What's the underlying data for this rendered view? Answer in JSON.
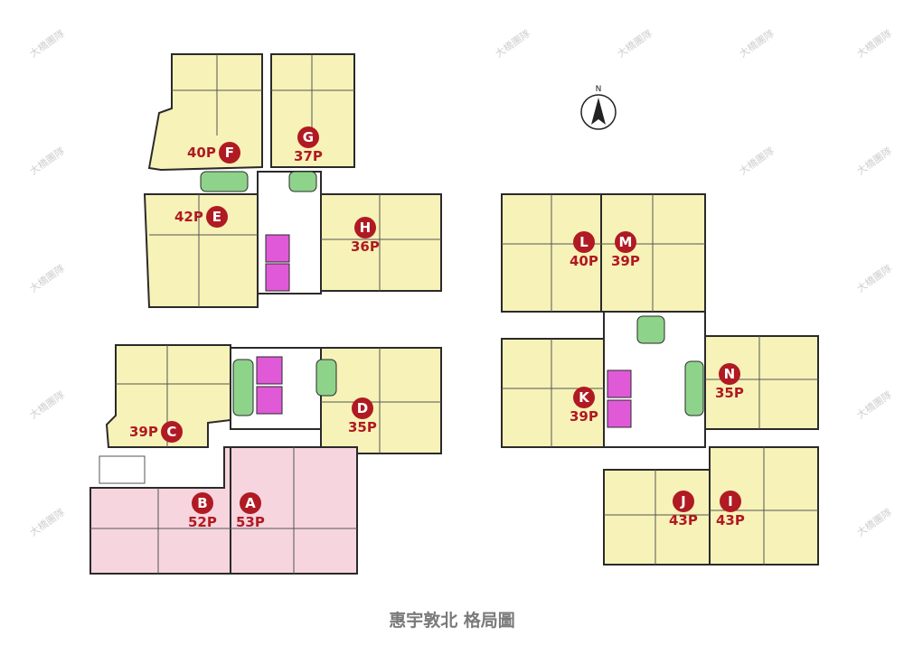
{
  "caption": "惠宇敦北 格局圖",
  "compass": {
    "letter": "N"
  },
  "watermark": "大橋團隊",
  "units": [
    {
      "letter": "F",
      "size": "40P",
      "layout": "size-left"
    },
    {
      "letter": "G",
      "size": "37P",
      "layout": "stack"
    },
    {
      "letter": "E",
      "size": "42P",
      "layout": "size-left"
    },
    {
      "letter": "H",
      "size": "36P",
      "layout": "stack"
    },
    {
      "letter": "C",
      "size": "39P",
      "layout": "size-left"
    },
    {
      "letter": "D",
      "size": "35P",
      "layout": "stack"
    },
    {
      "letter": "B",
      "size": "52P",
      "layout": "stack"
    },
    {
      "letter": "A",
      "size": "53P",
      "layout": "stack"
    },
    {
      "letter": "L",
      "size": "40P",
      "layout": "stack"
    },
    {
      "letter": "M",
      "size": "39P",
      "layout": "stack"
    },
    {
      "letter": "K",
      "size": "39P",
      "layout": "stack"
    },
    {
      "letter": "N",
      "size": "35P",
      "layout": "stack"
    },
    {
      "letter": "J",
      "size": "43P",
      "layout": "stack"
    },
    {
      "letter": "I",
      "size": "43P",
      "layout": "stack"
    }
  ],
  "colors": {
    "unit_fill": "#f7f2b8",
    "unit_highlight_fill": "#f6d5de",
    "wall": "#2a2a2a",
    "stair_fill": "#8ed38a",
    "elevator_fill": "#e05ad8",
    "badge_fill": "#b01a22"
  }
}
